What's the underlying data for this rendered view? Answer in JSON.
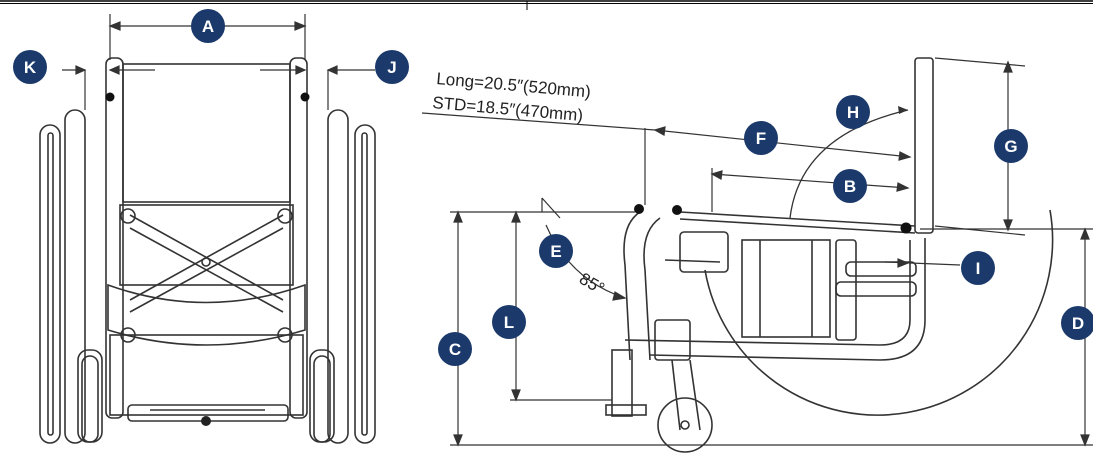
{
  "labels": {
    "A": "A",
    "B": "B",
    "C": "C",
    "D": "D",
    "E": "E",
    "F": "F",
    "G": "G",
    "H": "H",
    "I": "I",
    "J": "J",
    "K": "K",
    "L": "L"
  },
  "annotations": {
    "long_length": "Long=20.5″(520mm)",
    "std_length": "STD=18.5″(470mm)",
    "angle": "85°"
  },
  "colors": {
    "badge": "#1b3a6b",
    "badge_text": "#ffffff",
    "line": "#333333"
  }
}
